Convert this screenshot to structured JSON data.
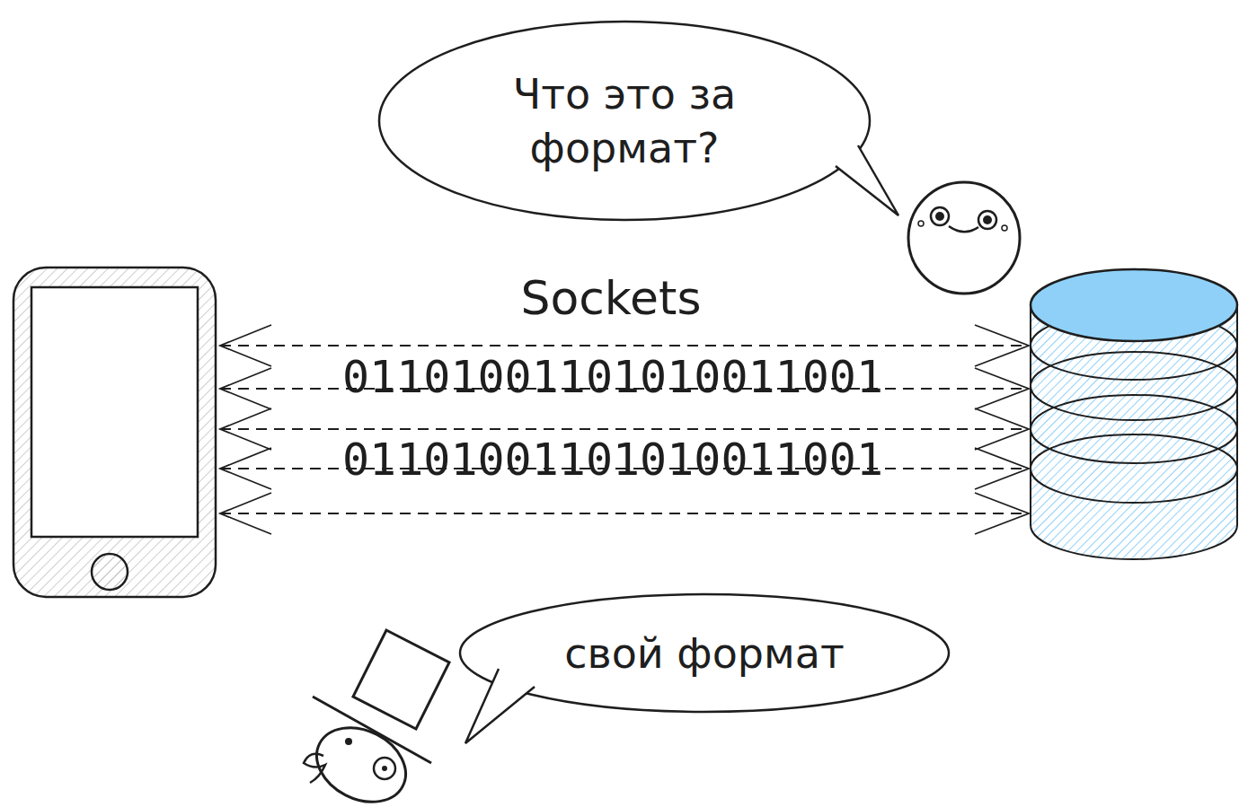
{
  "diagram": {
    "nodes": [
      {
        "text": [
          "Что это за формат?"
        ]
      },
      {
        "text": [
          "свой формат"
        ]
      }
    ],
    "labels": [
      "Sockets",
      "01101001101010011001",
      "01101001101010011001"
    ]
  }
}
